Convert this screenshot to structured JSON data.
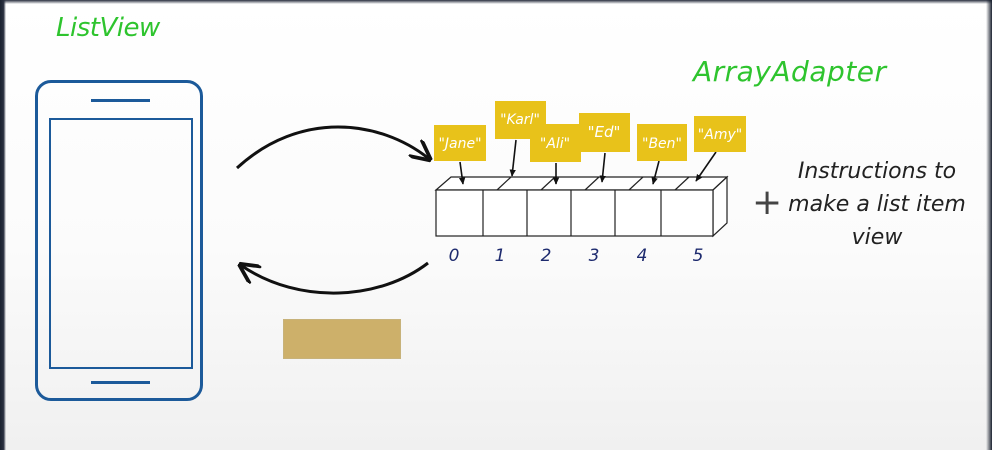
{
  "diagram": {
    "listview_label": "ListView",
    "adapter_label": "ArrayAdapter",
    "items": [
      {
        "index": "0",
        "name": "\"Jane\""
      },
      {
        "index": "1",
        "name": "\"Karl\""
      },
      {
        "index": "2",
        "name": "\"Ali\""
      },
      {
        "index": "3",
        "name": "\"Ed\""
      },
      {
        "index": "4",
        "name": "\"Ben\""
      },
      {
        "index": "5",
        "name": "\"Amy\""
      }
    ],
    "plus_symbol": "+",
    "instructions_lines": [
      "Instructions to",
      "make a list item",
      "view"
    ]
  },
  "colors": {
    "label_green": "#2ec42e",
    "phone_blue": "#1c5a9a",
    "sticky_yellow": "#e8c21a",
    "swatch_tan": "#cdb06a"
  }
}
